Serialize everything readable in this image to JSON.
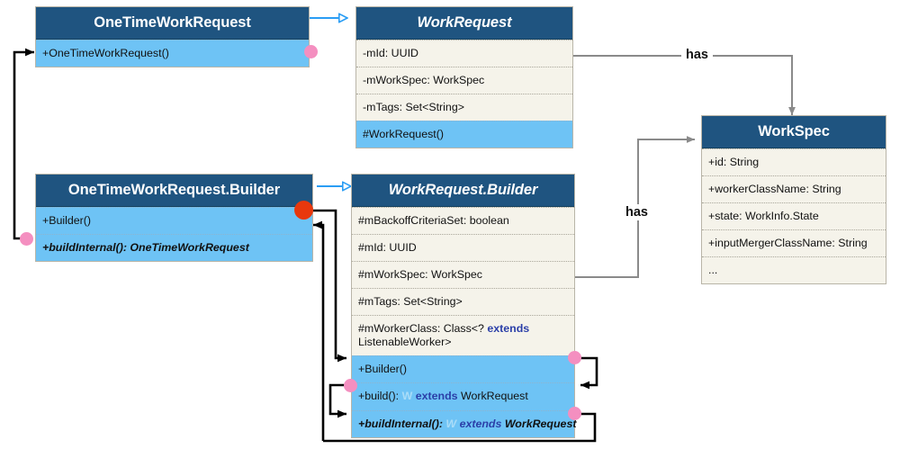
{
  "diagram": {
    "title": "WorkRequest UML class diagram",
    "colors": {
      "header_blue": "#1f5480",
      "row_cream": "#f5f3ea",
      "row_highlight_blue": "#6ec3f5",
      "dot_pink": "#f48fc0",
      "dot_red": "#e8380d",
      "generalization_arrow": "#2a9df4",
      "association_line": "#808080",
      "call_line": "#000000",
      "keyword_blue": "#2b3fa8",
      "generic_param_blue": "#a9dcf8"
    }
  },
  "classes": {
    "one_time_work_request": {
      "name": "OneTimeWorkRequest",
      "abstract": false,
      "rows": [
        {
          "text": "+OneTimeWorkRequest()",
          "highlight": true,
          "italic": false
        }
      ]
    },
    "work_request": {
      "name": "WorkRequest",
      "abstract": true,
      "rows": [
        {
          "text": "-mId: UUID",
          "highlight": false,
          "italic": false
        },
        {
          "text": "-mWorkSpec: WorkSpec",
          "highlight": false,
          "italic": false
        },
        {
          "text": "-mTags: Set<String>",
          "highlight": false,
          "italic": false
        },
        {
          "text": "#WorkRequest()",
          "highlight": true,
          "italic": false
        }
      ]
    },
    "work_spec": {
      "name": "WorkSpec",
      "abstract": false,
      "rows": [
        {
          "text": "+id: String",
          "highlight": false,
          "italic": false
        },
        {
          "text": "+workerClassName: String",
          "highlight": false,
          "italic": false
        },
        {
          "text": "+state: WorkInfo.State",
          "highlight": false,
          "italic": false
        },
        {
          "text": "+inputMergerClassName: String",
          "highlight": false,
          "italic": false
        },
        {
          "text": "...",
          "highlight": false,
          "italic": false
        }
      ]
    },
    "one_time_work_request_builder": {
      "name": "OneTimeWorkRequest.Builder",
      "abstract": false,
      "rows": [
        {
          "text": "+Builder()",
          "highlight": true,
          "italic": false
        },
        {
          "text": "+buildInternal(): OneTimeWorkRequest",
          "highlight": true,
          "italic": true
        }
      ]
    },
    "work_request_builder": {
      "name": "WorkRequest.Builder",
      "abstract": true,
      "rows": [
        {
          "text": "#mBackoffCriteriaSet: boolean",
          "highlight": false,
          "italic": false
        },
        {
          "text": "#mId: UUID",
          "highlight": false,
          "italic": false
        },
        {
          "text": "#mWorkSpec: WorkSpec",
          "highlight": false,
          "italic": false
        },
        {
          "text": "#mTags: Set<String>",
          "highlight": false,
          "italic": false
        },
        {
          "text": "#mWorkerClass: Class<? extends ListenableWorker>",
          "highlight": false,
          "italic": false,
          "wrap": true
        },
        {
          "text": "+Builder()",
          "highlight": true,
          "italic": false
        },
        {
          "text": "+build(): W extends WorkRequest",
          "highlight": true,
          "italic": false
        },
        {
          "text": "+buildInternal(): W extends WorkRequest",
          "highlight": true,
          "italic": true
        }
      ]
    }
  },
  "edge_labels": {
    "has_top": "has",
    "has_bottom": "has"
  }
}
